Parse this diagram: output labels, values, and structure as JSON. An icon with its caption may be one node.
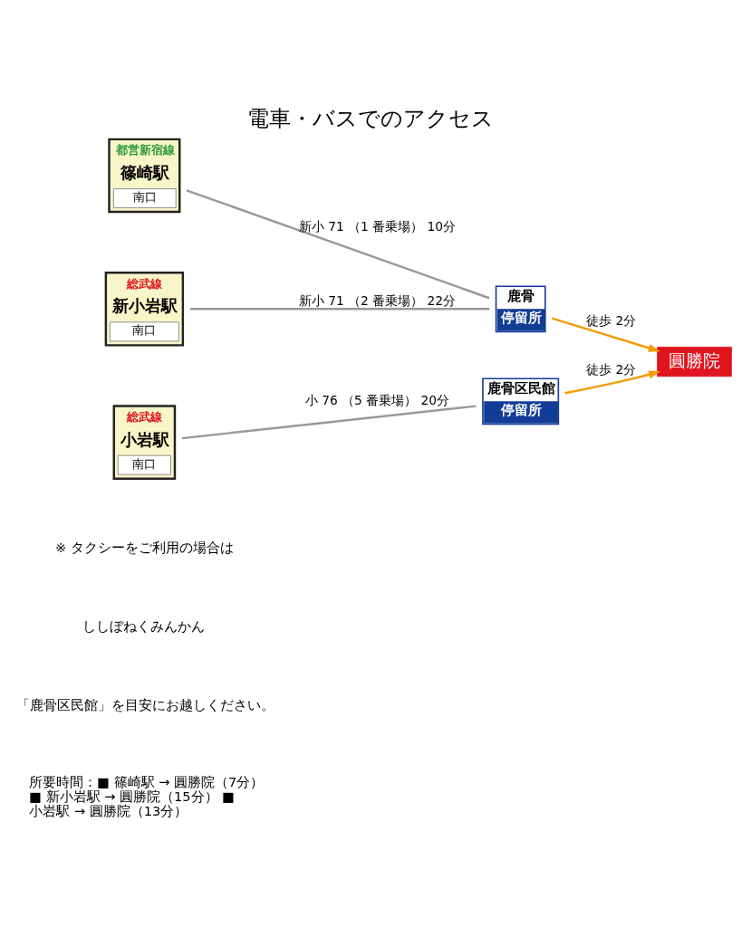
{
  "diagram": {
    "title": "電車・バスでのアクセス",
    "nodes": [
      {
        "text": [
          "都営新宿線",
          "篠崎駅",
          "南口"
        ]
      },
      {
        "text": [
          "総武線",
          "新小岩駅",
          "南口"
        ]
      },
      {
        "text": [
          "総武線",
          "小岩駅",
          "南口"
        ]
      },
      {
        "text": [
          "鹿骨",
          "停留所"
        ]
      },
      {
        "text": [
          "鹿骨区民館",
          "停留所"
        ]
      },
      {
        "text": [
          "圓勝院"
        ]
      }
    ],
    "edges": [
      {
        "from": 0,
        "to": 3,
        "arrow": "none",
        "label": "新小 71 （1 番乗場） 10分"
      },
      {
        "from": 1,
        "to": 3,
        "arrow": "none",
        "label": "新小 71 （2 番乗場） 22分"
      },
      {
        "from": 2,
        "to": 4,
        "arrow": "none",
        "label": "小 76 （5 番乗場） 20分"
      },
      {
        "from": 3,
        "to": 5,
        "arrow": "to",
        "label": "徒歩 2分",
        "color": "#f29b00"
      },
      {
        "from": 4,
        "to": 5,
        "arrow": "to",
        "label": "徒歩 2分",
        "color": "#f29b00"
      }
    ],
    "labels": [
      "※ タクシーをご利用の場合は",
      "ししぼねくみんかん",
      "「鹿骨区民館」を目安にお越しください。",
      "所要時間：■ 篠崎駅 → 圓勝院（7分） ■ 新小岩駅 → 圓勝院（15分） ■ 小岩駅 → 圓勝院（13分）"
    ]
  }
}
